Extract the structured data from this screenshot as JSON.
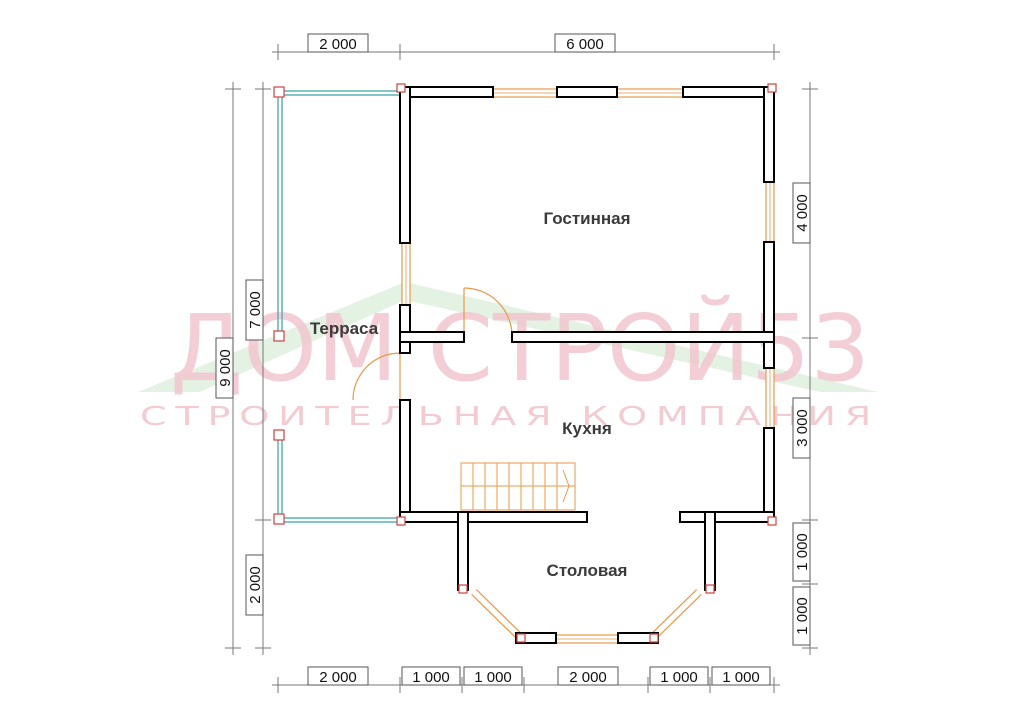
{
  "rooms": {
    "living": "Гостинная",
    "terrace": "Терраса",
    "kitchen": "Кухня",
    "dining": "Столовая"
  },
  "dimensions": {
    "top_left": "2 000",
    "top_right": "6 000",
    "left_total": "9 000",
    "left_upper": "7 000",
    "left_lower": "2 000",
    "right_1": "4 000",
    "right_2": "3 000",
    "right_3": "1 000",
    "right_4": "1 000",
    "bottom_1": "2 000",
    "bottom_2": "1 000",
    "bottom_3": "1 000",
    "bottom_4": "2 000",
    "bottom_5": "1 000",
    "bottom_6": "1 000"
  },
  "watermark": {
    "brand": "ДОМ СТРОЙ53",
    "tagline": "СТРОИТЕЛЬНАЯ КОМПАНИЯ"
  }
}
